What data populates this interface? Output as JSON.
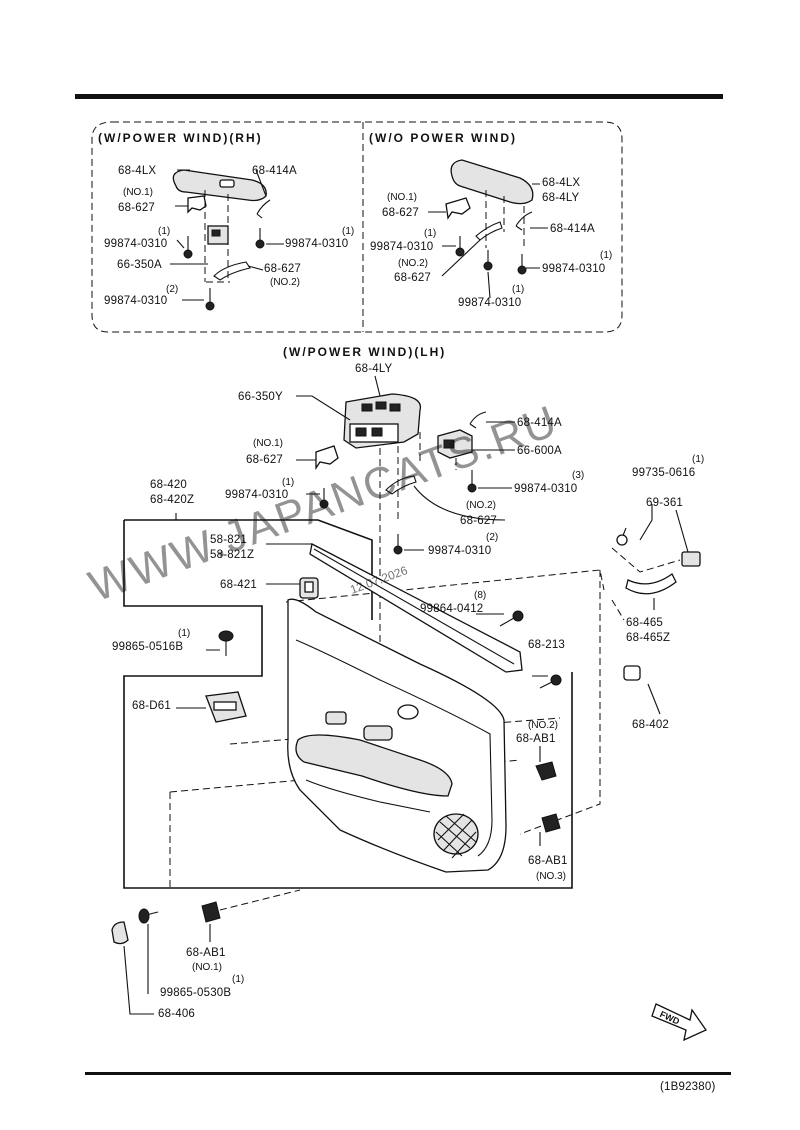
{
  "sections": {
    "rh_title": "(W/POWER WIND)(RH)",
    "wo_title": "(W/O POWER WIND)",
    "lh_title": "(W/POWER WIND)(LH)"
  },
  "labels": {
    "rh_68_4lx": "68-4LX",
    "rh_68_414a": "68-414A",
    "rh_no1": "(NO.1)",
    "rh_68_627": "68-627",
    "rh_q1a": "(1)",
    "rh_99874_left": "99874-0310",
    "rh_q1b": "(1)",
    "rh_99874_right": "99874-0310",
    "rh_66_350a": "66-350A",
    "rh_68_627b": "68-627",
    "rh_no2": "(NO.2)",
    "rh_q2": "(2)",
    "rh_99874_bottom": "99874-0310",
    "wo_68_4lx": "68-4LX",
    "wo_68_4ly": "68-4LY",
    "wo_no1": "(NO.1)",
    "wo_68_627": "68-627",
    "wo_68_414a": "68-414A",
    "wo_q1a": "(1)",
    "wo_99874_left": "99874-0310",
    "wo_q1b": "(1)",
    "wo_99874_right": "99874-0310",
    "wo_no2": "(NO.2)",
    "wo_68_627b": "68-627",
    "wo_q1c": "(1)",
    "wo_99874_bottom": "99874-0310",
    "lh_68_4ly": "68-4LY",
    "lh_66_350y": "66-350Y",
    "lh_68_414a": "68-414A",
    "lh_66_600a": "66-600A",
    "lh_no1": "(NO.1)",
    "lh_68_627": "68-627",
    "lh_q1": "(1)",
    "lh_99874_left": "99874-0310",
    "lh_q3": "(3)",
    "lh_99874_right": "99874-0310",
    "lh_no2": "(NO.2)",
    "lh_68_627b": "68-627",
    "lh_q2": "(2)",
    "lh_99874_lower": "99874-0310",
    "p_68_420": "68-420",
    "p_68_420z": "68-420Z",
    "p_58_821": "58-821",
    "p_58_821z": "58-821Z",
    "p_68_421": "68-421",
    "p_q8": "(8)",
    "p_99864": "99864-0412",
    "p_q1_99865a": "(1)",
    "p_99865_0516b": "99865-0516B",
    "p_68_213": "68-213",
    "p_68_d61": "68-D61",
    "p_no2_ab1": "(NO.2)",
    "p_68_ab1_a": "68-AB1",
    "p_68_ab1_b": "68-AB1",
    "p_no3": "(NO.3)",
    "p_q1_99735": "(1)",
    "p_99735": "99735-0616",
    "p_69_361": "69-361",
    "p_68_465": "68-465",
    "p_68_465z": "68-465Z",
    "p_68_402": "68-402",
    "p_68_ab1_c": "68-AB1",
    "p_no1_ab1": "(NO.1)",
    "p_q1_99865b": "(1)",
    "p_99865_0530b": "99865-0530B",
    "p_68_406": "68-406"
  },
  "fwd_label": "FWD",
  "figure_code": "(1B92380)",
  "watermark": "WWW.JAPANCATS.RU",
  "watermark_date": "12.07.2026"
}
